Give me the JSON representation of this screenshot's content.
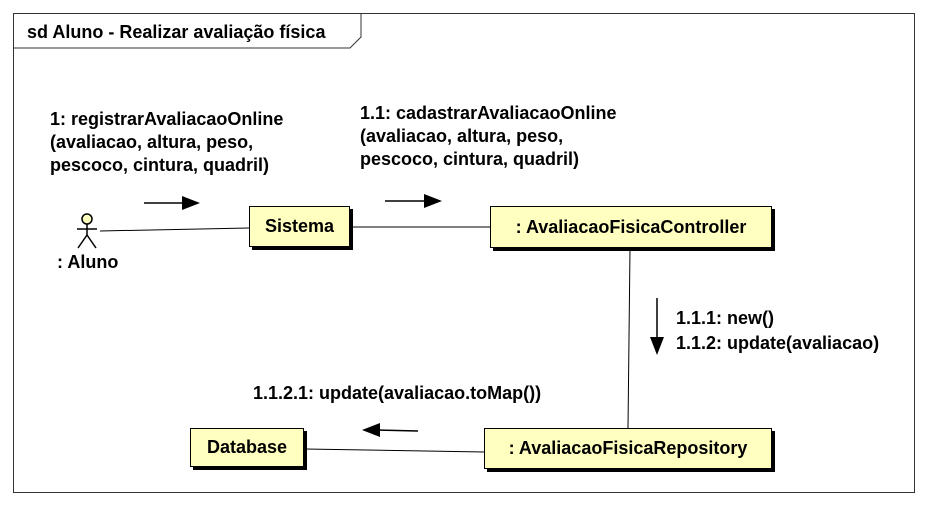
{
  "frame": {
    "title": "sd Aluno - Realizar avaliação física"
  },
  "actor": {
    "label": ": Aluno"
  },
  "objects": {
    "sistema": "Sistema",
    "controller": ": AvaliacaoFisicaController",
    "repository": ": AvaliacaoFisicaRepository",
    "database": "Database"
  },
  "messages": {
    "m1": [
      "1: registrarAvaliacaoOnline",
      "(avaliacao, altura, peso,",
      "pescoco, cintura, quadril)"
    ],
    "m11": [
      "1.1: cadastrarAvaliacaoOnline",
      "(avaliacao, altura, peso,",
      "pescoco, cintura, quadril)"
    ],
    "m111": "1.1.1: new()",
    "m112": "1.1.2: update(avaliacao)",
    "m1121": "1.1.2.1: update(avaliacao.toMap())"
  }
}
